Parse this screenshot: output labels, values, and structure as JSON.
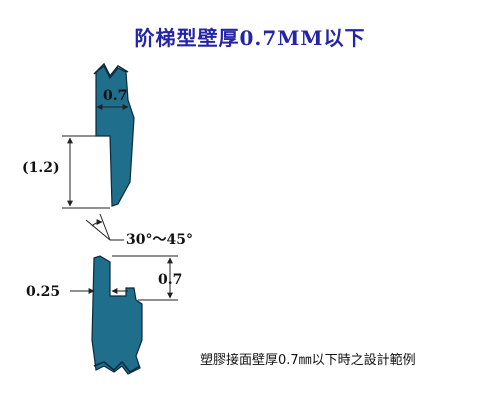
{
  "title": "阶梯型壁厚0.7MM以下",
  "caption": "塑膠接面壁厚0.7㎜以下時之設計範例",
  "labels": {
    "top_thickness": "0.7",
    "step_height": "(1.2)",
    "angle": "30°～45°",
    "gap": "0.25",
    "right_height": "0.7"
  },
  "colors": {
    "part_fill": "#1f6e8c",
    "part_stroke": "#0b2a3c",
    "title": "#2424a8",
    "dimension_line": "#222222"
  }
}
